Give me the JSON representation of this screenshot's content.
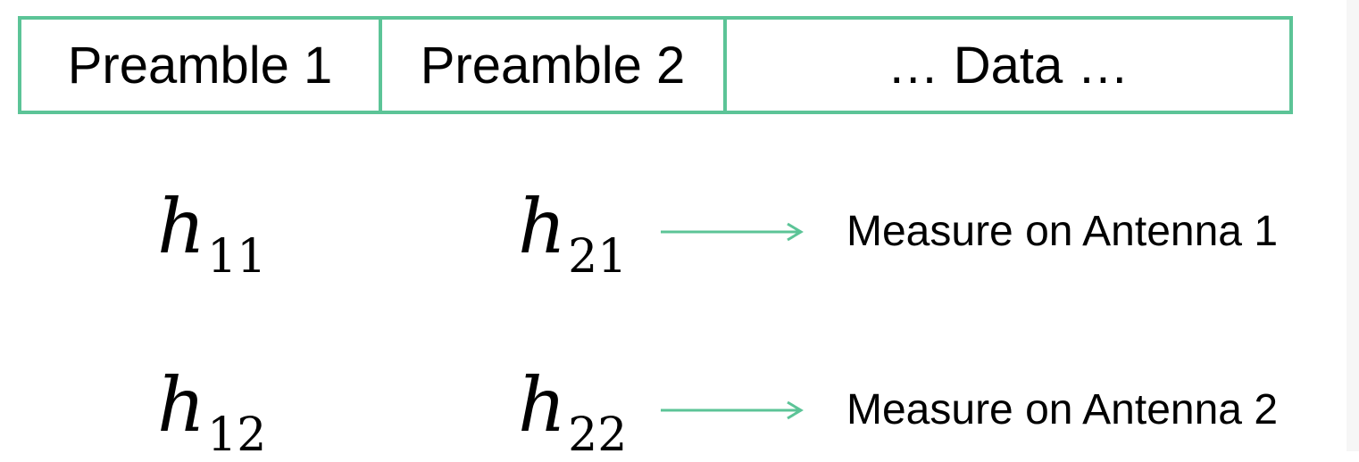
{
  "frame": {
    "segments": [
      "Preamble 1",
      "Preamble 2",
      "… Data …"
    ]
  },
  "channels": [
    {
      "symbol": "h",
      "sub_first": "11",
      "sub_second": "21",
      "label": "Measure on Antenna 1"
    },
    {
      "symbol": "h",
      "sub_first": "12",
      "sub_second": "22",
      "label": "Measure on Antenna 2"
    }
  ],
  "colors": {
    "accent": "#5cc497"
  }
}
